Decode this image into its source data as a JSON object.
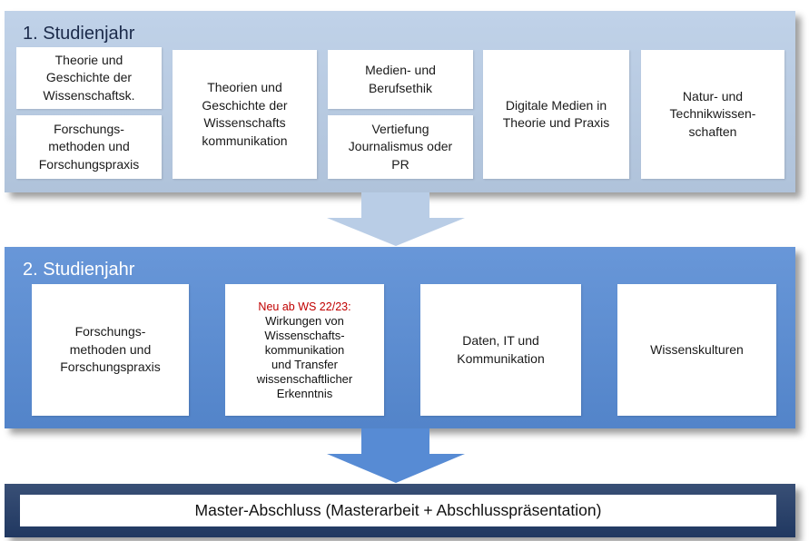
{
  "year1": {
    "title": "1. Studienjahr",
    "modules": {
      "theorie_geschichte": "Theorie und\nGeschichte der\nWissenschaftsk.",
      "forschungsmethoden": "Forschungs-\nmethoden und\nForschungspraxis",
      "theorien_geschichte_wk": "Theorien und\nGeschichte der\nWissenschafts\nkommunikation",
      "medien_berufsethik": "Medien- und\nBerufsethik",
      "vertiefung": "Vertiefung\nJournalismus oder\nPR",
      "digitale_medien": "Digitale Medien in\nTheorie und Praxis",
      "natur_technik": "Natur- und\nTechnikwissen-\nschaften"
    }
  },
  "year2": {
    "title": "2. Studienjahr",
    "modules": {
      "forschungsmethoden": "Forschungs-\nmethoden und\nForschungspraxis",
      "wirkungen_note": "Neu ab WS 22/23:",
      "wirkungen": "Wirkungen von\nWissenschafts-\nkommunikation\nund Transfer\nwissenschaftlicher\nErkenntnis",
      "daten_it": "Daten, IT und\nKommunikation",
      "wissenskulturen": "Wissenskulturen"
    }
  },
  "master": {
    "label": "Master-Abschluss (Masterarbeit + Abschlusspräsentation)"
  },
  "colors": {
    "year1_band": "#b9cde6",
    "year2_band": "#578bd4",
    "master_band": "#223b66",
    "arrow1": "#b9cde6",
    "arrow2": "#578bd4",
    "new_label": "#c00000"
  }
}
